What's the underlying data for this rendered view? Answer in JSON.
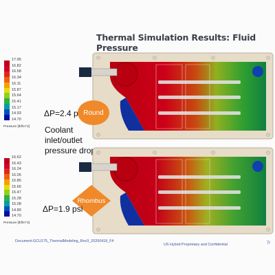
{
  "slide": {
    "title": "Thermal Simulation Results: Fluid Pressure",
    "footer_document": "Document:GCU175_ThermalModeling_Rev3_20200418_F4",
    "footer_proprietary": "US Hybrid Proprietary and Confidential",
    "footer_page": "7/"
  },
  "top_result": {
    "legend_ticks": [
      "17.95",
      "16.82",
      "16.58",
      "16.34",
      "16.11",
      "15.87",
      "15.64",
      "15.41",
      "15.17",
      "14.93",
      "14.70"
    ],
    "legend_label": "Pressure [lbf/in^2]",
    "pressure_drop": "ΔP=2.4 psi",
    "shape_badge": "Round",
    "note_text": "Coolant inlet/outlet pressure drop"
  },
  "bottom_result": {
    "legend_ticks": [
      "16.62",
      "16.43",
      "16.24",
      "16.05",
      "15.85",
      "15.66",
      "15.47",
      "15.28",
      "15.08",
      "14.89",
      "14.70"
    ],
    "legend_label": "Pressure [lbf/in^2]",
    "pressure_drop": "ΔP=1.9 psi",
    "shape_badge": "Rhombus"
  },
  "colors": {
    "colorbar": [
      "#c0001a",
      "#d4002a",
      "#e0281a",
      "#f06010",
      "#f5a000",
      "#e8dc00",
      "#90d020",
      "#30b040",
      "#00a0a0",
      "#0050c0",
      "#0010a0"
    ],
    "badge_orange": "#f0892a",
    "title_text": "#3a3f48",
    "footer_text": "#3a55a0"
  }
}
